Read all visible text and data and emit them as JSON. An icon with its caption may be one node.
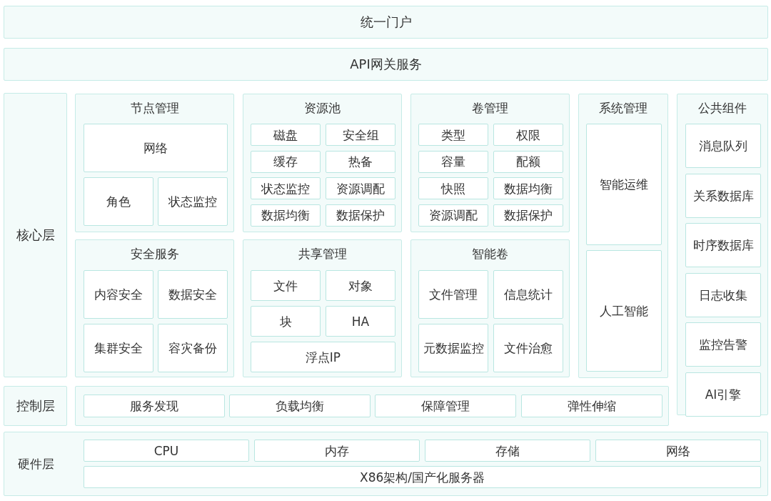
{
  "diagram": {
    "nodes": [
      {
        "text": [
          "统一门户"
        ]
      },
      {
        "text": [
          "API网关服务"
        ]
      },
      {
        "text": [
          "核心层"
        ]
      },
      {
        "text": [
          "节点管理"
        ]
      },
      {
        "text": [
          "网络"
        ],
        "in": 3
      },
      {
        "text": [
          "角色"
        ],
        "in": 3
      },
      {
        "text": [
          "状态监控"
        ],
        "in": 3
      },
      {
        "text": [
          "资源池"
        ]
      },
      {
        "text": [
          "磁盘"
        ],
        "in": 7
      },
      {
        "text": [
          "安全组"
        ],
        "in": 7
      },
      {
        "text": [
          "缓存"
        ],
        "in": 7
      },
      {
        "text": [
          "热备"
        ],
        "in": 7
      },
      {
        "text": [
          "状态监控"
        ],
        "in": 7
      },
      {
        "text": [
          "资源调配"
        ],
        "in": 7
      },
      {
        "text": [
          "数据均衡"
        ],
        "in": 7
      },
      {
        "text": [
          "数据保护"
        ],
        "in": 7
      },
      {
        "text": [
          "卷管理"
        ]
      },
      {
        "text": [
          "类型"
        ],
        "in": 16
      },
      {
        "text": [
          "权限"
        ],
        "in": 16
      },
      {
        "text": [
          "容量"
        ],
        "in": 16
      },
      {
        "text": [
          "配额"
        ],
        "in": 16
      },
      {
        "text": [
          "快照"
        ],
        "in": 16
      },
      {
        "text": [
          "数据均衡"
        ],
        "in": 16
      },
      {
        "text": [
          "资源调配"
        ],
        "in": 16
      },
      {
        "text": [
          "数据保护"
        ],
        "in": 16
      },
      {
        "text": [
          "安全服务"
        ]
      },
      {
        "text": [
          "内容安全"
        ],
        "in": 25
      },
      {
        "text": [
          "数据安全"
        ],
        "in": 25
      },
      {
        "text": [
          "集群安全"
        ],
        "in": 25
      },
      {
        "text": [
          "容灾备份"
        ],
        "in": 25
      },
      {
        "text": [
          "共享管理"
        ]
      },
      {
        "text": [
          "文件"
        ],
        "in": 30
      },
      {
        "text": [
          "对象"
        ],
        "in": 30
      },
      {
        "text": [
          "块"
        ],
        "in": 30
      },
      {
        "text": [
          "HA"
        ],
        "in": 30
      },
      {
        "text": [
          "浮点IP"
        ],
        "in": 30
      },
      {
        "text": [
          "智能卷"
        ]
      },
      {
        "text": [
          "文件管理"
        ],
        "in": 36
      },
      {
        "text": [
          "信息统计"
        ],
        "in": 36
      },
      {
        "text": [
          "元数据监控"
        ],
        "in": 36
      },
      {
        "text": [
          "文件治愈"
        ],
        "in": 36
      },
      {
        "text": [
          "系统管理"
        ]
      },
      {
        "text": [
          "智能运维"
        ],
        "in": 41
      },
      {
        "text": [
          "人工智能"
        ],
        "in": 41
      },
      {
        "text": [
          "公共组件"
        ]
      },
      {
        "text": [
          "消息队列"
        ],
        "in": 44
      },
      {
        "text": [
          "关系数据库"
        ],
        "in": 44
      },
      {
        "text": [
          "时序数据库"
        ],
        "in": 44
      },
      {
        "text": [
          "日志收集"
        ],
        "in": 44
      },
      {
        "text": [
          "监控告警"
        ],
        "in": 44
      },
      {
        "text": [
          "AI引擎"
        ],
        "in": 44
      },
      {
        "text": [
          "控制层"
        ]
      },
      {
        "text": [],
        "shape": "box"
      },
      {
        "text": [
          "服务发现"
        ],
        "in": 52
      },
      {
        "text": [
          "负载均衡"
        ],
        "in": 52
      },
      {
        "text": [
          "保障管理"
        ],
        "in": 52
      },
      {
        "text": [
          "弹性伸缩"
        ],
        "in": 52
      },
      {
        "text": [
          "硬件层"
        ]
      },
      {
        "text": [
          "CPU"
        ],
        "in": 57
      },
      {
        "text": [
          "内存"
        ],
        "in": 57
      },
      {
        "text": [
          "存储"
        ],
        "in": 57
      },
      {
        "text": [
          "网络"
        ],
        "in": 57
      },
      {
        "text": [
          "X86架构/国产化服务器"
        ],
        "in": 57
      }
    ]
  }
}
